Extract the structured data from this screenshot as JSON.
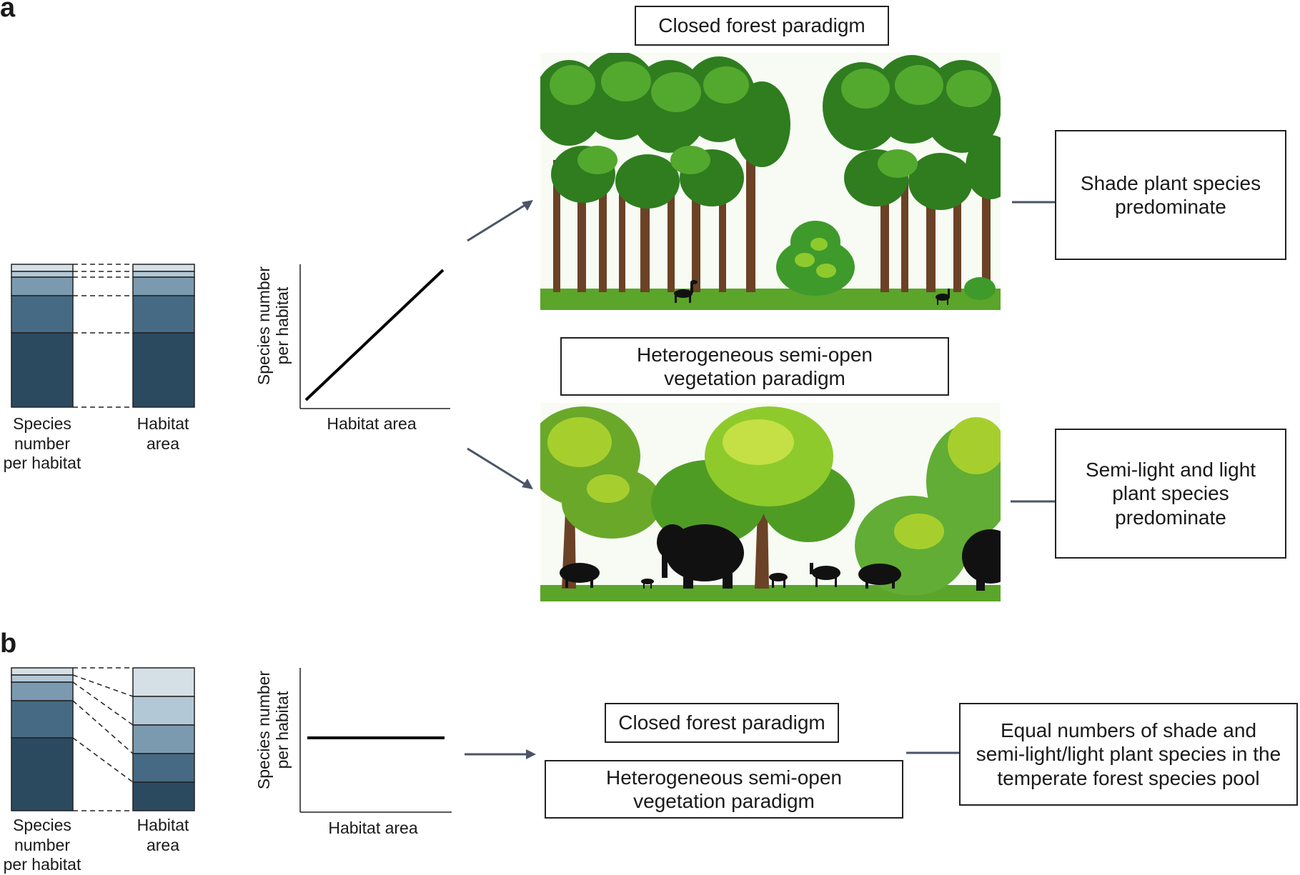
{
  "panels": {
    "a": "a",
    "b": "b"
  },
  "panel_a": {
    "left_caption_species": "Species\nnumber\nper habitat",
    "left_caption_area": "Habitat\narea",
    "plot": {
      "ylabel_line1": "Species number",
      "ylabel_line2": "per habitat",
      "xlabel": "Habitat area"
    },
    "closed_title": "Closed forest paradigm",
    "semi_open_title": "Heterogeneous semi-open vegetation paradigm",
    "result_top": "Shade plant species predominate",
    "result_bottom": "Semi-light and light plant species predominate"
  },
  "panel_b": {
    "left_caption_species": "Species\nnumber\nper habitat",
    "left_caption_area": "Habitat\narea",
    "plot": {
      "ylabel_line1": "Species number",
      "ylabel_line2": "per habitat",
      "xlabel": "Habitat area"
    },
    "closed_title": "Closed forest paradigm",
    "semi_open_title": "Heterogeneous semi-open vegetation paradigm",
    "result": "Equal numbers of shade and semi-light/light plant species in the temperate forest species pool"
  },
  "colors": {
    "shade_darkest": "#2b4a60",
    "shade_dark": "#466a83",
    "shade_mid": "#7b9ab0",
    "shade_light": "#b3c8d6",
    "shade_lightest": "#d5dfe6",
    "arrow": "#4a5568",
    "forest_dark": "#2f7d1f",
    "forest_light": "#8fca2c",
    "trunk": "#6b4226"
  }
}
